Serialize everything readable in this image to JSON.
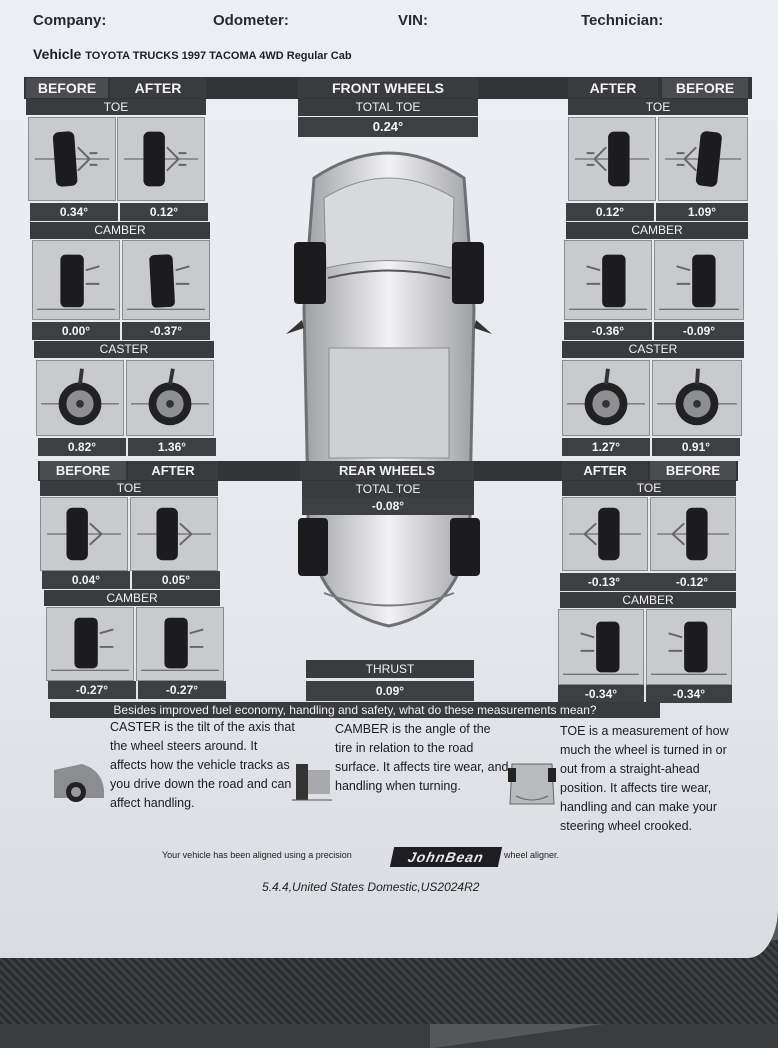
{
  "header": {
    "company_label": "Company:",
    "odometer_label": "Odometer:",
    "vin_label": "VIN:",
    "technician_label": "Technician:",
    "vehicle_label": "Vehicle",
    "vehicle_value": "TOYOTA TRUCKS 1997 TACOMA 4WD Regular Cab"
  },
  "front": {
    "title": "FRONT WHEELS",
    "total_toe_label": "TOTAL TOE",
    "total_toe": "0.24°",
    "left": {
      "before_label": "BEFORE",
      "after_label": "AFTER",
      "toe_label": "TOE",
      "toe_before": "0.34°",
      "toe_after": "0.12°",
      "camber_label": "CAMBER",
      "camber_before": "0.00°",
      "camber_after": "-0.37°",
      "caster_label": "CASTER",
      "caster_before": "0.82°",
      "caster_after": "1.36°"
    },
    "right": {
      "before_label": "BEFORE",
      "after_label": "AFTER",
      "toe_label": "TOE",
      "toe_after": "0.12°",
      "toe_before": "1.09°",
      "camber_label": "CAMBER",
      "camber_after": "-0.36°",
      "camber_before": "-0.09°",
      "caster_label": "CASTER",
      "caster_after": "1.27°",
      "caster_before": "0.91°"
    }
  },
  "rear": {
    "title": "REAR WHEELS",
    "total_toe_label": "TOTAL TOE",
    "total_toe": "-0.08°",
    "thrust_label": "THRUST",
    "thrust": "0.09°",
    "left": {
      "before_label": "BEFORE",
      "after_label": "AFTER",
      "toe_label": "TOE",
      "toe_before": "0.04°",
      "toe_after": "0.05°",
      "camber_label": "CAMBER",
      "camber_before": "-0.27°",
      "camber_after": "-0.27°"
    },
    "right": {
      "before_label": "BEFORE",
      "after_label": "AFTER",
      "toe_label": "TOE",
      "toe_after": "-0.13°",
      "toe_before": "-0.12°",
      "camber_label": "CAMBER",
      "camber_after": "-0.34°",
      "camber_before": "-0.34°"
    }
  },
  "notes": {
    "question": "Besides improved fuel economy, handling and safety, what do these measurements mean?",
    "caster": "CASTER is the tilt of the axis that the wheel steers around. It affects how the vehicle tracks as you drive down the road and can affect handling.",
    "camber": "CAMBER is the angle of the tire in relation to the road surface. It affects tire wear, and handling when turning.",
    "toe": "TOE is a measurement of how much the wheel is turned in or out from a straight-ahead position. It affects tire wear, handling and can make your steering wheel crooked."
  },
  "footer": {
    "aligned_text": "Your vehicle has been aligned using a precision",
    "brand": "JohnBean",
    "aligner_text": "wheel aligner.",
    "version": "5.4.4,United States Domestic,US2024R2"
  }
}
